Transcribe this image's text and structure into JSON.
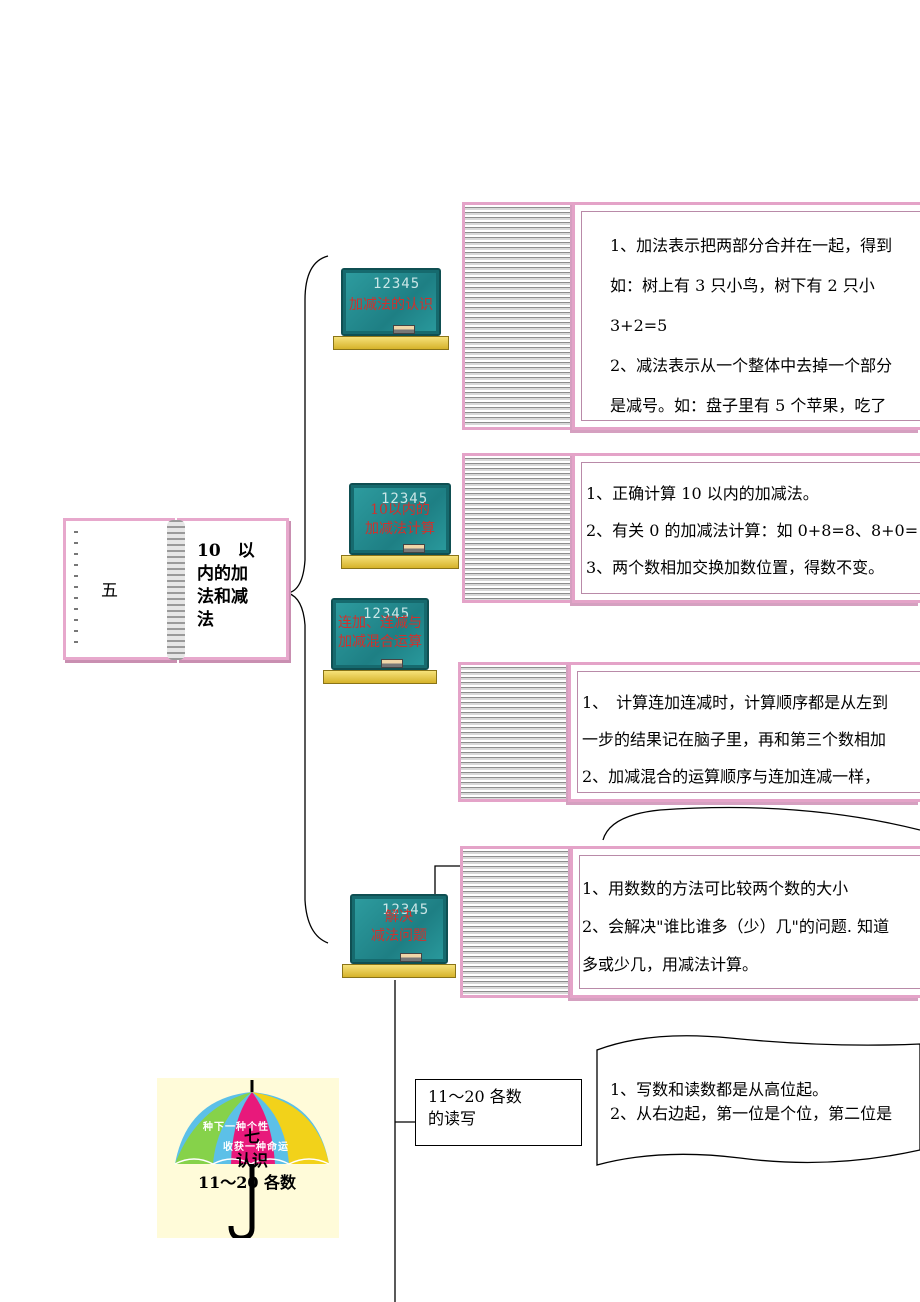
{
  "book": {
    "left_text": "五",
    "right_lines": [
      "10　以",
      "内的加",
      "法和减",
      "法"
    ]
  },
  "boards": [
    {
      "chalk": "12345",
      "lines": [
        "加减法的认识"
      ]
    },
    {
      "chalk": "12345",
      "lines": [
        "10以内的",
        "加减法计算"
      ]
    },
    {
      "chalk": "12345",
      "lines": [
        "连加、连减与",
        "加减混合运算"
      ]
    },
    {
      "chalk": "12345",
      "lines": [
        "解决",
        "减法问题"
      ]
    }
  ],
  "cards": [
    {
      "lines": [
        "1、加法表示把两部分合并在一起，得到",
        "如：树上有 3 只小鸟，树下有 2 只小",
        "3+2=5",
        "2、减法表示从一个整体中去掉一个部分",
        "是减号。如：盘子里有 5 个苹果，吃了"
      ]
    },
    {
      "lines": [
        "1、正确计算 10 以内的加减法。",
        "2、有关 0 的加减法计算：如 0+8=8、8+0=",
        "3、两个数相加交换加数位置，得数不变。"
      ]
    },
    {
      "lines": [
        "1、　计算连加连减时，计算顺序都是从左到",
        "一步的结果记在脑子里，再和第三个数相加",
        "2、加减混合的运算顺序与连加连减一样，"
      ]
    },
    {
      "lines": [
        "1、用数数的方法可比较两个数的大小",
        "2、会解决\"谁比谁多（少）几\"的问题. 知道",
        "多或少几，用减法计算。"
      ]
    }
  ],
  "box_1120": {
    "lines": [
      "11～20 各数",
      "的读写"
    ]
  },
  "wave_note": {
    "lines": [
      "1、写数和读数都是从高位起。",
      "2、从右边起，第一位是个位，第二位是"
    ]
  },
  "umbrella": {
    "slogan_1": "种下一种个性",
    "slogan_2": "收获一种命运",
    "number": "七",
    "title_1": "认识",
    "title_2": "11～20 各数"
  },
  "colors": {
    "board": "#1e7f84",
    "board_label": "#d0312d",
    "card_border": "#e4a3c8",
    "book_border": "#e7a8cc"
  }
}
